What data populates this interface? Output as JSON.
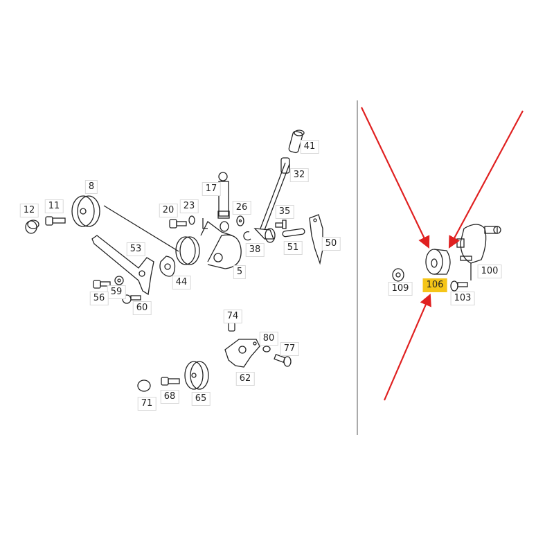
{
  "diagram": {
    "part_labels": [
      "41",
      "32",
      "17",
      "8",
      "12",
      "11",
      "20",
      "23",
      "26",
      "35",
      "38",
      "51",
      "50",
      "5",
      "53",
      "44",
      "59",
      "56",
      "60",
      "74",
      "80",
      "77",
      "62",
      "71",
      "68",
      "65",
      "109",
      "106",
      "103",
      "100"
    ],
    "highlighted_label": "106",
    "highlight_color": "#f5c518",
    "arrow_color": "#e02020"
  }
}
